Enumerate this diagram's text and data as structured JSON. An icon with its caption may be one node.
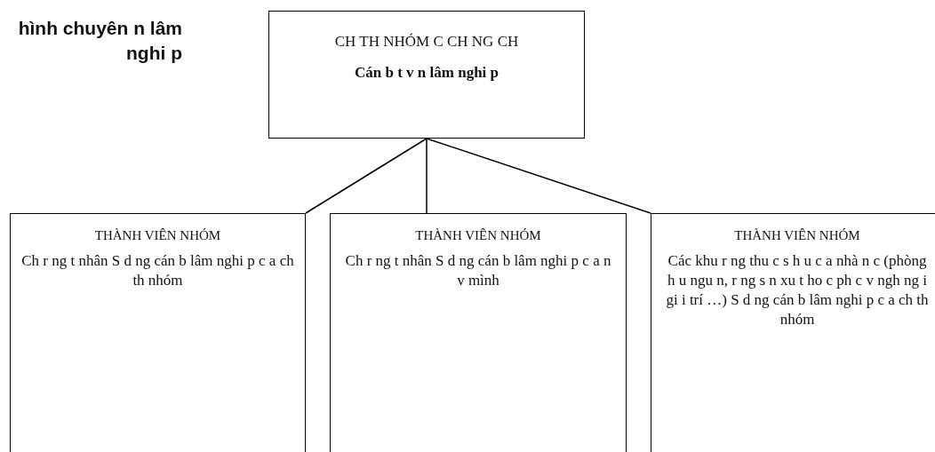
{
  "diagram": {
    "title": "hình chuyên n lâm nghi p",
    "nodes": [
      {
        "text": [
          "CH TH NHÓM C CH NG CH",
          "Cán b t v n lâm nghi p"
        ]
      },
      {
        "text": [
          "THÀNH VIÊN NHÓM",
          "Ch r ng t nhân S d ng cán b lâm nghi p c a ch th nhóm"
        ]
      },
      {
        "text": [
          "THÀNH VIÊN NHÓM",
          "Ch r ng t nhân S d ng cán b lâm nghi p c a n v mình"
        ]
      },
      {
        "text": [
          "THÀNH VIÊN NHÓM",
          "Các khu r ng thu c s h u c a nhà n c (phòng h u ngu n, r ng s n xu t ho c ph c v ngh ng i gi i trí …) S d ng cán b lâm nghi p c a ch th nhóm"
        ]
      }
    ],
    "edges": [
      {
        "from": 0,
        "to": 1,
        "arrow": "none"
      },
      {
        "from": 0,
        "to": 2,
        "arrow": "none"
      },
      {
        "from": 0,
        "to": 3,
        "arrow": "none"
      }
    ]
  }
}
